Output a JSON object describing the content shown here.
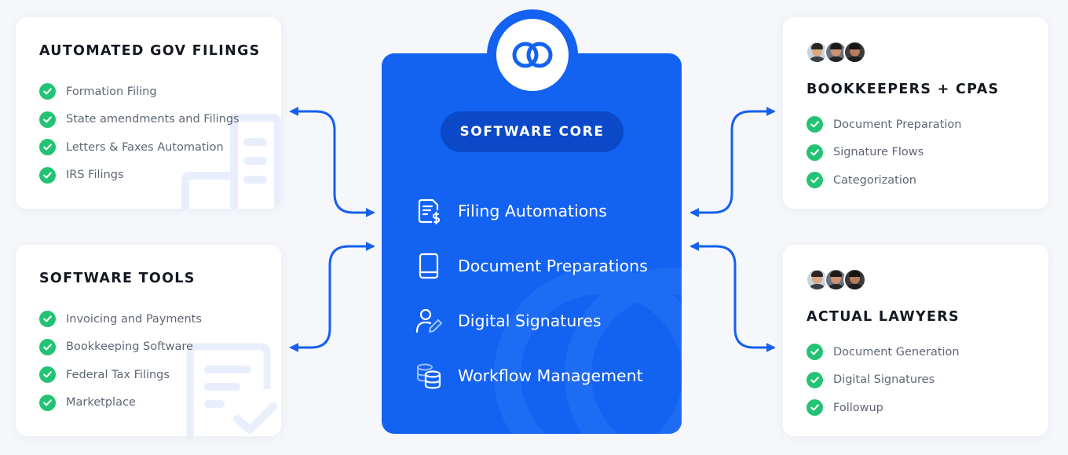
{
  "core": {
    "title": "SOFTWARE CORE",
    "logo_icon": "double-ring-logo-icon",
    "items": [
      {
        "label": "Filing Automations",
        "icon": "document-dollar-icon"
      },
      {
        "label": "Document Preparations",
        "icon": "tablet-icon"
      },
      {
        "label": "Digital Signatures",
        "icon": "user-pen-icon"
      },
      {
        "label": "Workflow Management",
        "icon": "database-stack-icon"
      }
    ]
  },
  "cards": {
    "gov_filings": {
      "title": "AUTOMATED GOV FILINGS",
      "items": [
        "Formation Filing",
        "State amendments and Filings",
        "Letters & Faxes Automation",
        "IRS Filings"
      ]
    },
    "software_tools": {
      "title": "SOFTWARE TOOLS",
      "items": [
        "Invoicing and Payments",
        "Bookkeeping Software",
        "Federal Tax Filings",
        "Marketplace"
      ]
    },
    "bookkeepers": {
      "title": "BOOKKEEPERS + CPAS",
      "items": [
        "Document Preparation",
        "Signature Flows",
        "Categorization"
      ]
    },
    "lawyers": {
      "title": "ACTUAL LAWYERS",
      "items": [
        "Document Generation",
        "Digital Signatures",
        "Followup"
      ]
    }
  },
  "colors": {
    "core_blue": "#1362f2",
    "pill_blue": "#0b49c8",
    "check_green": "#22c373",
    "arrow_blue": "#1560ee",
    "background": "#f5f7fb"
  },
  "icons": {
    "check": "check-circle-icon",
    "avatar": "person-avatar-icon",
    "arrow": "double-headed-arrow"
  }
}
